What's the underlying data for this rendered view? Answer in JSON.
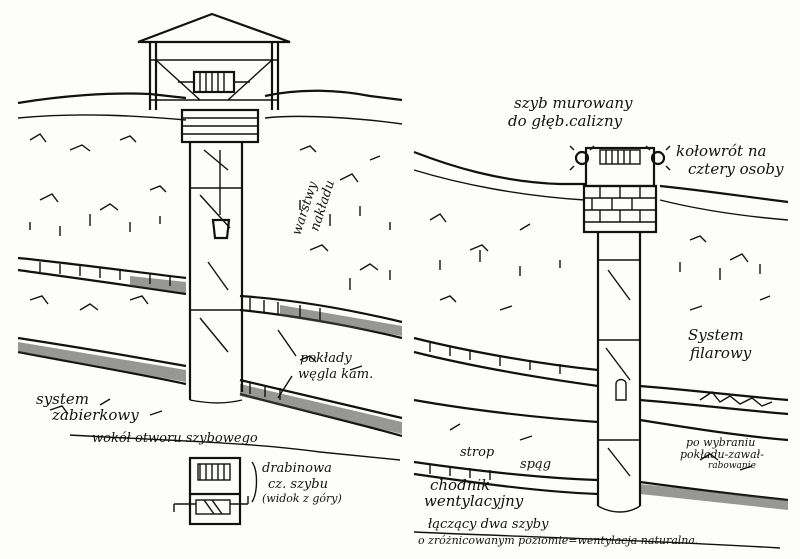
{
  "labels": {
    "murowany_1": "szyb murowany",
    "murowany_2": "do głęb.calizny",
    "kolowrot_1": "kołowrót na",
    "kolowrot_2": "cztery osoby",
    "warstwy_1": "warstwy",
    "warstwy_2": "nakładu",
    "pokady_1": "pokłady",
    "pokady_2": "węgla kam.",
    "system_left_1": "system",
    "system_left_2": "zabierkowy",
    "wokol": "wokół otworu szybowego",
    "drabinowa_1": "drabinowa",
    "drabinowa_2": "cz. szybu",
    "drabinowa_3": "(widok z góry)",
    "system_right_1": "System",
    "system_right_2": "filarowy",
    "po_wybraniu_1": "po wybraniu",
    "po_wybraniu_2": "pokładu-zawał-",
    "po_wybraniu_3": "rabowanie",
    "strop": "strop",
    "spag": "spąg",
    "chodnik_1": "chodnik",
    "chodnik_2": "wentylacyjny",
    "laczacy_1": "łączący dwa szyby",
    "laczacy_2": "o zróżnicowanym poziomie=wentylacja naturalna."
  }
}
